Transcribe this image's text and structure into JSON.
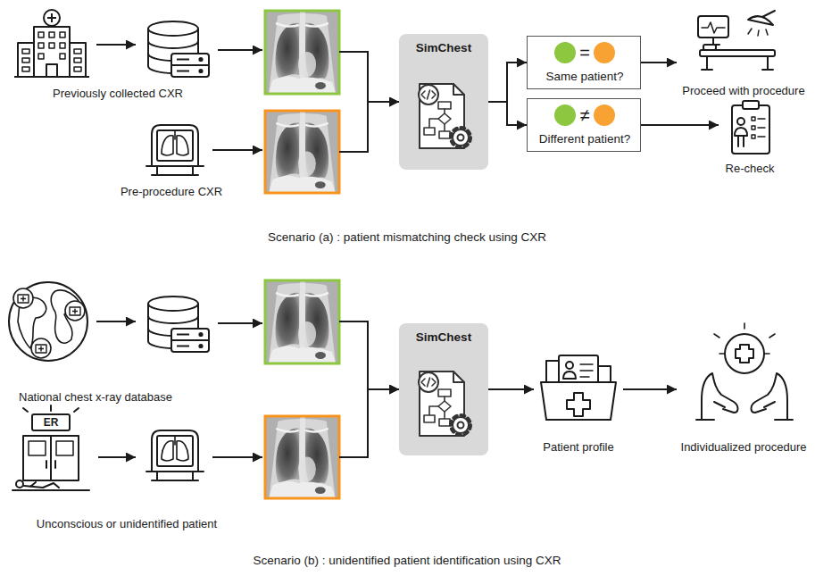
{
  "diagram": {
    "nodes": [
      {
        "text": [
          "Previously collected CXR"
        ]
      },
      {
        "text": [
          "Pre-procedure CXR"
        ]
      },
      {
        "text": [
          "SimChest"
        ]
      },
      {
        "text": [
          "=",
          "Same patient?"
        ]
      },
      {
        "text": [
          "≠",
          "Different patient?"
        ]
      },
      {
        "text": [
          "Proceed with procedure"
        ]
      },
      {
        "text": [
          "Re-check"
        ]
      },
      {
        "text": [
          "National chest x-ray database"
        ]
      },
      {
        "text": [
          "Unconscious or unidentified patient"
        ]
      },
      {
        "text": [
          "SimChest"
        ]
      },
      {
        "text": [
          "Patient profile"
        ]
      },
      {
        "text": [
          "Individualized procedure"
        ]
      }
    ],
    "edges": [
      {
        "from": 0,
        "to": 2,
        "arrow": "to"
      },
      {
        "from": 1,
        "to": 2,
        "arrow": "to"
      },
      {
        "from": 2,
        "to": 3,
        "arrow": "to"
      },
      {
        "from": 2,
        "to": 4,
        "arrow": "to"
      },
      {
        "from": 3,
        "to": 5,
        "arrow": "to"
      },
      {
        "from": 4,
        "to": 6,
        "arrow": "to"
      },
      {
        "from": 7,
        "to": 9,
        "arrow": "to"
      },
      {
        "from": 8,
        "to": 9,
        "arrow": "to"
      },
      {
        "from": 9,
        "to": 10,
        "arrow": "to"
      },
      {
        "from": 10,
        "to": 11,
        "arrow": "to"
      }
    ],
    "labels": [
      "ER",
      "Scenario (a) : patient mismatching check using CXR",
      "Scenario (b) : unidentified patient identification using CXR"
    ]
  }
}
